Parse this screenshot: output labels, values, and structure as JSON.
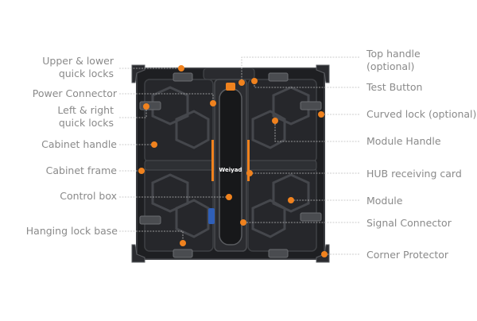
{
  "colors": {
    "accent": "#f0821e",
    "leader": "#bdbdbd",
    "label_text": "#8a8a8a",
    "cabinet": "#1e1f22",
    "cabinet_edge": "#3a3c40",
    "center_rail": "#2b2c30",
    "brand_text": "#ffffff",
    "connector_blue": "#2f5fb8"
  },
  "brand": "Weiyad",
  "labels": {
    "upper_lower_quick_locks": "Upper & lower\nquick locks",
    "power_connector": "Power Connector",
    "left_right_quick_locks": "Left & right\nquick locks",
    "cabinet_handle": "Cabinet handle",
    "cabinet_frame": "Cabinet frame",
    "control_box": "Control box",
    "hanging_lock_base": "Hanging lock base",
    "top_handle": "Top handle\n(optional)",
    "test_button": "Test Button",
    "curved_lock": "Curved lock (optional)",
    "module_handle": "Module Handle",
    "hub_receiving_card": "HUB receiving card",
    "module": "Module",
    "signal_connector": "Signal Connector",
    "corner_protector": "Corner Protector"
  }
}
